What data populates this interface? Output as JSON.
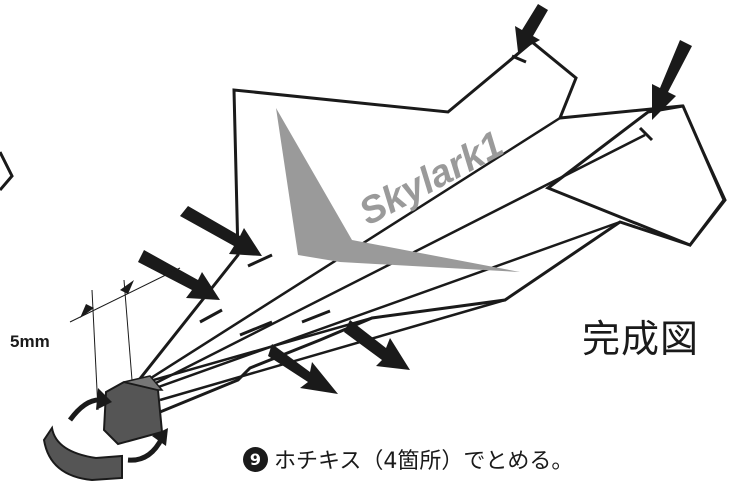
{
  "diagram": {
    "title": "完成図",
    "model_name": "Skylark1",
    "dimension_label": "5mm",
    "step": {
      "number": "9",
      "text": "ホチキス（4箇所）でとめる。"
    },
    "colors": {
      "outline": "#1a1a1a",
      "logo_gray": "#9a9a9a",
      "weight_dark": "#555555",
      "arrow": "#1a1a1a"
    },
    "icons": [
      "staple-arrow-icon",
      "rotate-arrow-icon",
      "weight-clip-icon"
    ]
  }
}
